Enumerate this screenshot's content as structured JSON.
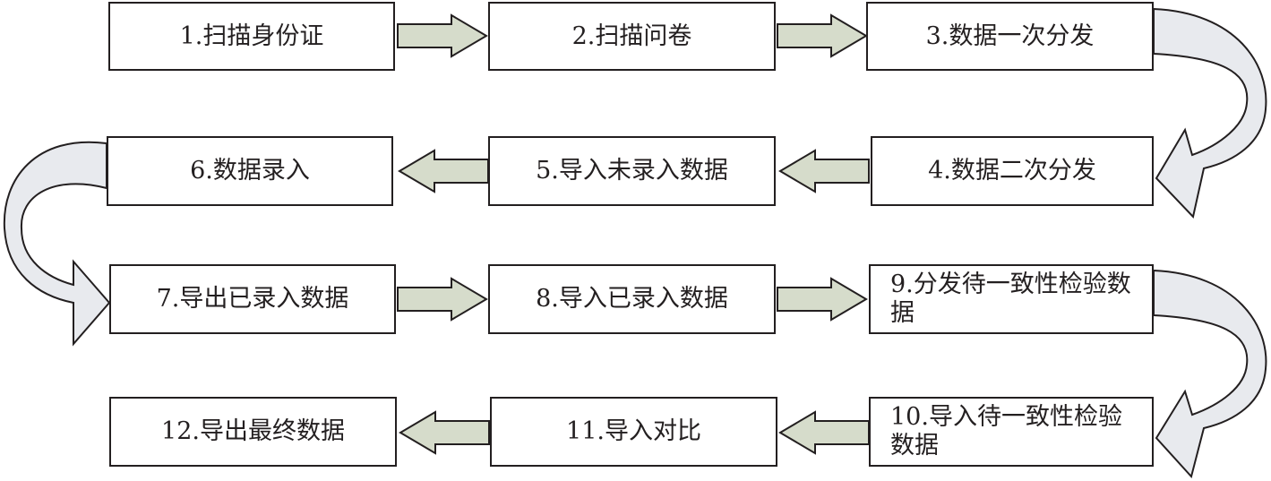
{
  "steps": {
    "s1": "1.扫描身份证",
    "s2": "2.扫描问卷",
    "s3": "3.数据一次分发",
    "s4": "4.数据二次分发",
    "s5": "5.导入未录入数据",
    "s6": "6.数据录入",
    "s7": "7.导出已录入数据",
    "s8": "8.导入已录入数据",
    "s9": "9.分发待一致性检验数据",
    "s10": "10.导入待一致性检验数据",
    "s11": "11.导入对比",
    "s12": "12.导出最终数据"
  },
  "colors": {
    "box_border": "#231f20",
    "arrow_fill": "#d6dccb",
    "curved_arrow_fill": "#e8eaee",
    "stroke": "#231f20"
  }
}
